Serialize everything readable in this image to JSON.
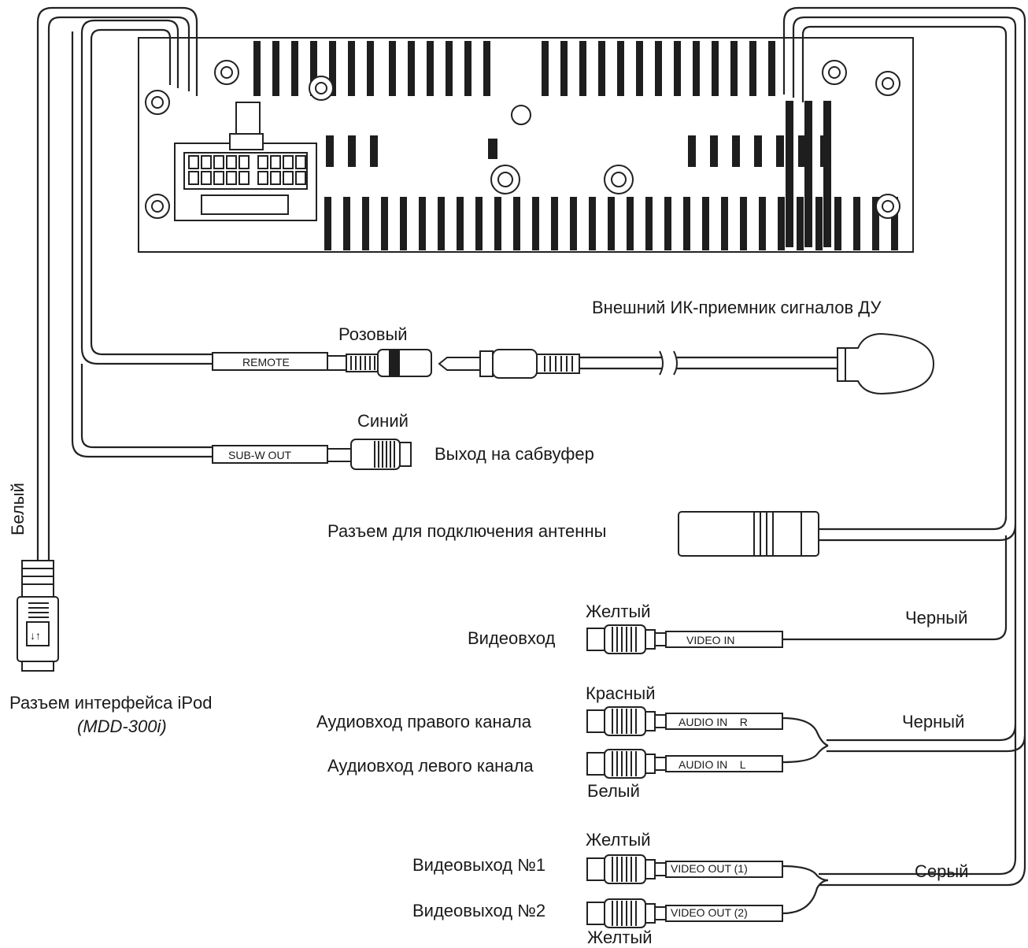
{
  "labels": {
    "ir_receiver": "Внешний ИК-приемник сигналов ДУ",
    "pink": "Розовый",
    "blue": "Синий",
    "subwoofer_out": "Выход на сабвуфер",
    "antenna": "Разъем для подключения антенны",
    "white_vertical": "Белый",
    "ipod_interface": "Разъем интерфейса iPod",
    "ipod_model": "(MDD-300i)",
    "video_in_color": "Желтый",
    "video_in": "Видеовход",
    "video_in_cable": "Черный",
    "audio_r_color": "Красный",
    "audio_r": "Аудиовход правого канала",
    "audio_cable": "Черный",
    "audio_l": "Аудиовход левого канала",
    "audio_l_color": "Белый",
    "video_out1_color": "Желтый",
    "video_out1": "Видеовыход №1",
    "video_out_cable": "Серый",
    "video_out2": "Видеовыход №2",
    "video_out2_color": "Желтый"
  },
  "cable_tags": {
    "remote": "REMOTE",
    "subw": "SUB-W OUT",
    "video_in": "VIDEO IN",
    "audio_in_r": "AUDIO IN    R",
    "audio_in_l": "AUDIO IN    L",
    "video_out1": "VIDEO OUT (1)",
    "video_out2": "VIDEO OUT (2)"
  }
}
